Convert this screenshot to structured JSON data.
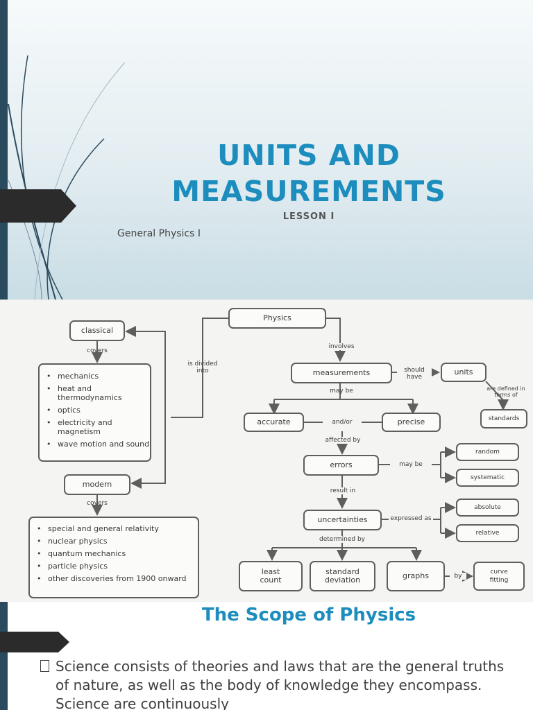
{
  "slide1": {
    "title_line1": "UNITS AND",
    "title_line2": "MEASUREMENTS",
    "subtitle": "LESSON I",
    "course": "General Physics I",
    "accent_color": "#1c8dbd"
  },
  "concept_map": {
    "nodes": {
      "physics": "Physics",
      "classical": "classical",
      "modern": "modern",
      "measurements": "measurements",
      "units": "units",
      "standards": "standards",
      "accurate": "accurate",
      "precise": "precise",
      "errors": "errors",
      "random": "random",
      "systematic": "systematic",
      "uncertainties": "uncertainties",
      "absolute": "absolute",
      "relative": "relative",
      "least_count": "least count",
      "standard_deviation": "standard deviation",
      "graphs": "graphs",
      "curve_fitting": "curve fitting"
    },
    "links": {
      "covers_classical": "covers",
      "covers_modern": "covers",
      "divided_into": "is divided into",
      "involves": "involves",
      "should_have": "should have",
      "defined_in_terms_of": "are defined in terms of",
      "may_be_1": "may be",
      "and_or": "and/or",
      "affected_by": "affected by",
      "may_be_2": "may be",
      "result_in": "result in",
      "expressed_as": "expressed as",
      "determined_by": "determined by",
      "by": "by"
    },
    "classical_topics": [
      "mechanics",
      "heat and thermodynamics",
      "optics",
      "electricity and magnetism",
      "wave motion and sound"
    ],
    "modern_topics": [
      "special and general relativity",
      "nuclear physics",
      "quantum mechanics",
      "particle physics",
      "other discoveries from 1900 onward"
    ]
  },
  "slide2": {
    "title": "The Scope of Physics",
    "body": "Science consists of theories and laws that are the general truths of nature, as well as the body of knowledge they encompass. Science are continuously"
  }
}
